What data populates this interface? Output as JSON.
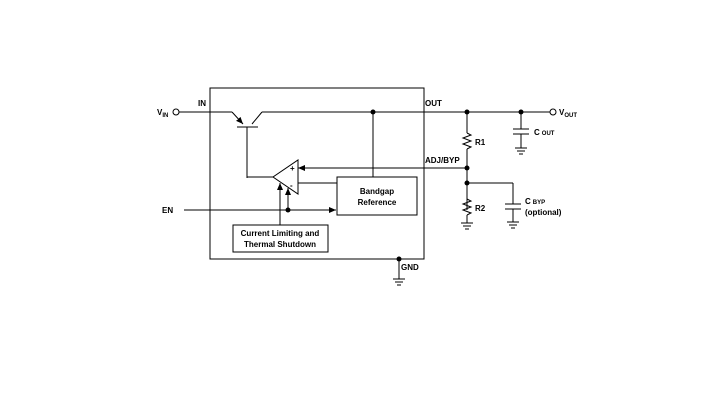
{
  "labels": {
    "vin_main": "V",
    "vin_sub": "IN",
    "in_pin": "IN",
    "out_pin": "OUT",
    "vout_main": "V",
    "vout_sub": "OUT",
    "cout_main": "C",
    "cout_sub": "OUT",
    "r1": "R1",
    "r2": "R2",
    "adj_pin": "ADJ/BYP",
    "en": "EN",
    "gnd": "GND",
    "bandgap_line1": "Bandgap",
    "bandgap_line2": "Reference",
    "current_line1": "Current Limiting and",
    "current_line2": "Thermal Shutdown",
    "cbyp_main": "C",
    "cbyp_sub": "BYP",
    "optional": "(optional)",
    "amp_plus": "+",
    "amp_minus": "-"
  }
}
